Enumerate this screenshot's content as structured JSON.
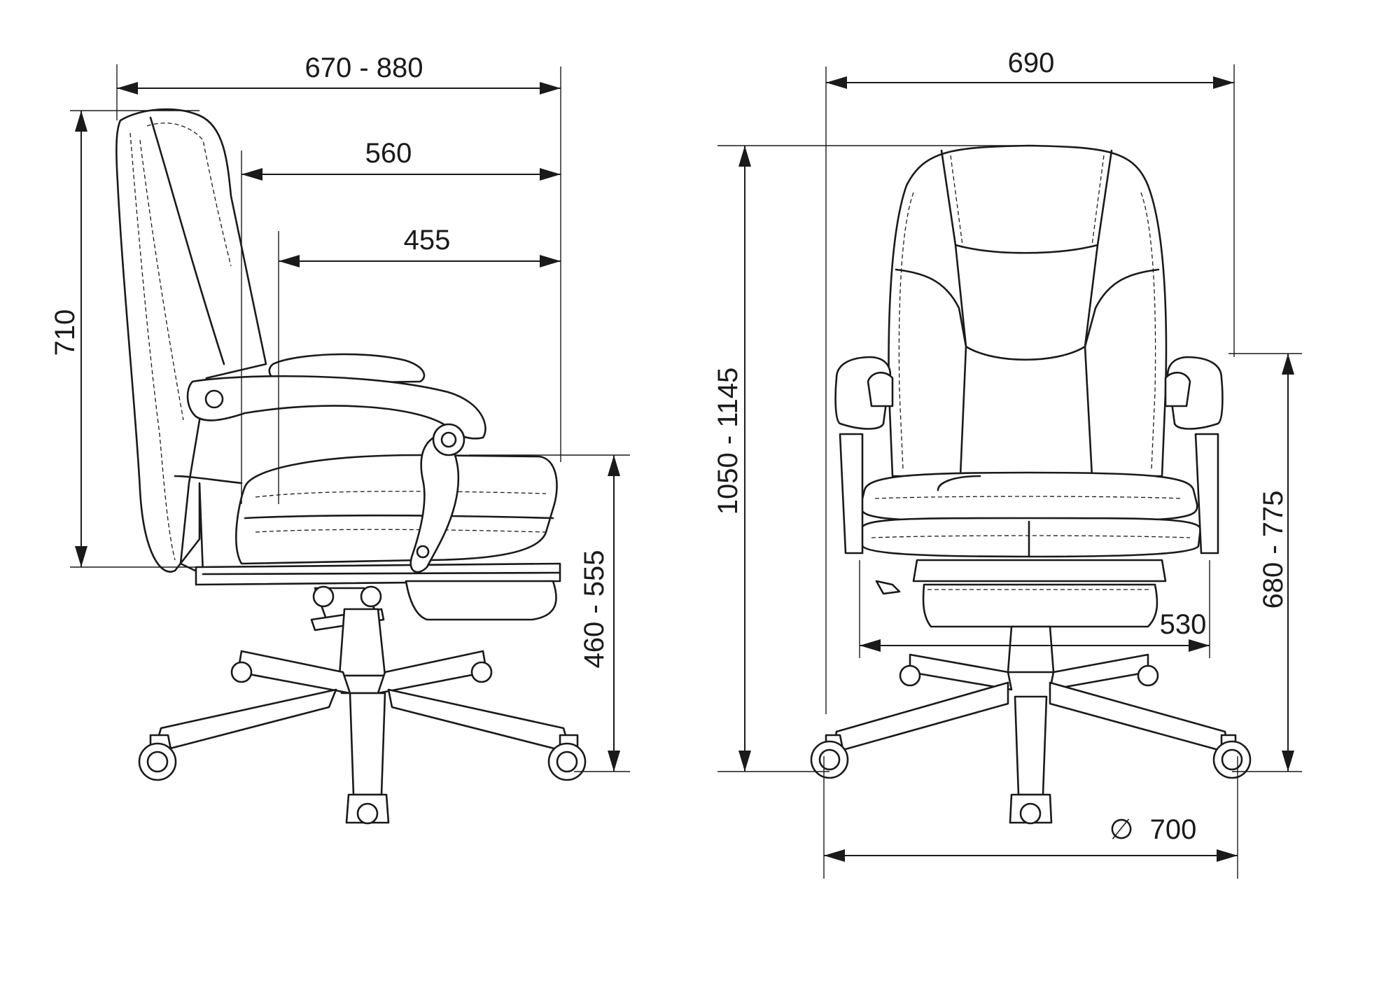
{
  "dimensions": {
    "side_total_depth": "670 - 880",
    "side_mid_depth": "560",
    "side_seat_depth": "455",
    "side_backrest_height": "710",
    "side_seat_height": "460 - 555",
    "front_width": "690",
    "front_total_height": "1050 - 1145",
    "front_armrest_height": "680 - 775",
    "front_seat_width": "530",
    "front_base_diameter_symbol": "∅",
    "front_base_diameter": "700"
  }
}
